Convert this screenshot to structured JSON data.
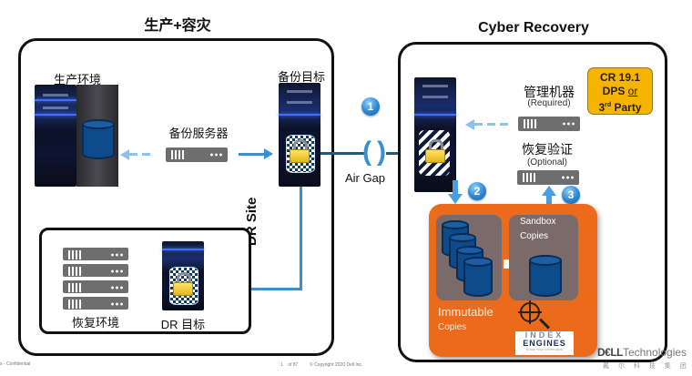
{
  "left_section": {
    "title": "生产+容灾",
    "production_label": "生产环境",
    "backup_server_label": "备份服务器",
    "backup_target_label": "备份目标",
    "dr_site_label": "DR Site",
    "dr": {
      "recovery_env_label": "恢复环境",
      "dr_target_label": "DR 目标"
    }
  },
  "air_gap": {
    "label": "Air Gap",
    "step": "1"
  },
  "right_section": {
    "title": "Cyber Recovery",
    "mgmt_label": "管理机器",
    "mgmt_sub": "(Required)",
    "verify_label": "恢复验证",
    "verify_sub": "(Optional)",
    "version_badge": {
      "line1": "CR 19.1",
      "line2_a": "DPS ",
      "line2_b": "or",
      "line3_num": "3",
      "line3_sup": "rd",
      "line3_rest": " Party",
      "color": "#f6b400"
    },
    "step2": "2",
    "step3": "3",
    "vault": {
      "color": "#ec6a1c",
      "immutable_line1": "Immutable",
      "immutable_line2": "Copies",
      "sandbox_line1": "Sandbox",
      "sandbox_line2": "Copies",
      "logo_line1": "INDEX",
      "logo_line2": "ENGINES",
      "logo_tagline": "Know Your Information"
    }
  },
  "footer": {
    "classification": "s - Confidential",
    "page": "1    of 87",
    "copyright": "© Copyright 2020 Dell Inc.",
    "brand_a": "D€LL",
    "brand_b": "Technologies",
    "brand_cn": "戴 尔 科 技 集 团"
  }
}
